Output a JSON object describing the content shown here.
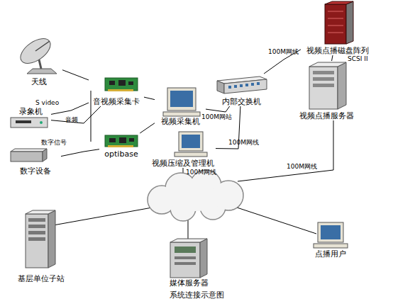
{
  "diagram": {
    "caption": "系统连接示意图",
    "nodes": [
      {
        "text": [
          "天线"
        ]
      },
      {
        "text": [
          "视频点播磁盘阵列"
        ]
      },
      {
        "text": [
          "音视频采集卡"
        ]
      },
      {
        "text": [
          "视频采集机"
        ]
      },
      {
        "text": [
          "内部交换机"
        ]
      },
      {
        "text": [
          "视频点播服务器"
        ]
      },
      {
        "text": [
          "录象机"
        ]
      },
      {
        "text": [
          "optibase"
        ]
      },
      {
        "text": [
          "视频压缩及管理机"
        ]
      },
      {
        "text": [
          "数字设备"
        ]
      },
      {
        "text": [
          "点播用户"
        ]
      },
      {
        "text": [
          "基层单位子站"
        ]
      },
      {
        "text": [
          "媒体服务器"
        ]
      }
    ],
    "edges": [
      {
        "from": 0,
        "to": 2,
        "arrow": "none"
      },
      {
        "from": 6,
        "to": 2,
        "label": "S video",
        "arrow": "none"
      },
      {
        "from": 6,
        "to": 2,
        "label": "音频",
        "arrow": "none"
      },
      {
        "from": 9,
        "to": 7,
        "label": "数字信号",
        "arrow": "none"
      },
      {
        "from": 2,
        "to": 3,
        "arrow": "none"
      },
      {
        "from": 7,
        "to": 3,
        "arrow": "none"
      },
      {
        "from": 3,
        "to": 4,
        "label": "100M网站",
        "arrow": "none"
      },
      {
        "from": 4,
        "to": 1,
        "label": "100M网线",
        "arrow": "none"
      },
      {
        "from": 1,
        "to": 5,
        "label": "SCSI II",
        "arrow": "none"
      },
      {
        "from": 4,
        "to": 8,
        "label": "100M网线",
        "arrow": "none"
      }
    ],
    "labels": [
      "100M网线",
      "100M网线"
    ]
  }
}
